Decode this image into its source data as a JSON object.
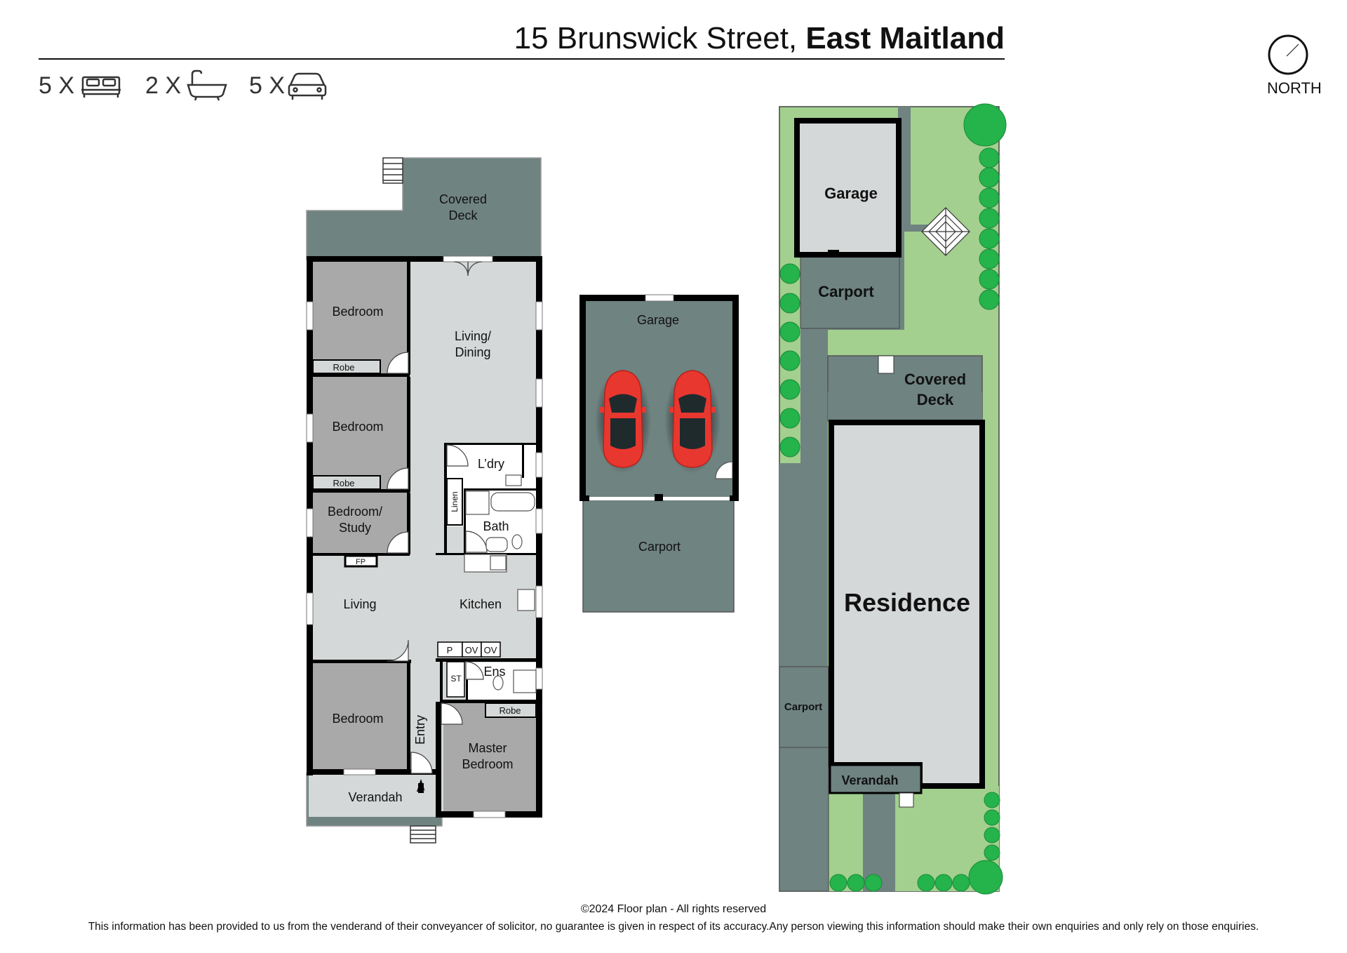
{
  "header": {
    "address_street": "15 Brunswick Street,",
    "address_suburb": "East Maitland",
    "north_label": "NORTH"
  },
  "features": [
    {
      "count": "5 X",
      "icon": "bed-icon"
    },
    {
      "count": "2 X",
      "icon": "bath-icon"
    },
    {
      "count": "5 X",
      "icon": "car-icon"
    }
  ],
  "floor_plan": {
    "covered_deck": [
      "Covered",
      "Deck"
    ],
    "bedroom_1": "Bedroom",
    "robe_1": "Robe",
    "bedroom_2": "Bedroom",
    "robe_2": "Robe",
    "bedroom_study": [
      "Bedroom/",
      "Study"
    ],
    "living_dining": [
      "Living/",
      "Dining"
    ],
    "laundry": "L’dry",
    "linen": "Linen",
    "bath": "Bath",
    "fireplace": "FP",
    "living": "Living",
    "kitchen": "Kitchen",
    "pantry": "P",
    "oven_1": "OV",
    "oven_2": "OV",
    "store": "ST",
    "ensuite": "Ens",
    "robe_3": "Robe",
    "bedroom_3": "Bedroom",
    "entry": "Entry",
    "master_bedroom": [
      "Master",
      "Bedroom"
    ],
    "verandah": "Verandah"
  },
  "garage_plan": {
    "garage": "Garage",
    "carport": "Carport"
  },
  "site_plan": {
    "garage": "Garage",
    "carport_top": "Carport",
    "covered_deck": [
      "Covered",
      "Deck"
    ],
    "residence": "Residence",
    "carport_side": "Carport",
    "verandah": "Verandah"
  },
  "footer": {
    "copyright": "©2024 Floor plan  - All rights reserved",
    "disclaimer": "This information has been provided to us from the venderand of their conveyancer of solicitor, no guarantee is given in respect of its accuracy.Any person viewing this information should make their own enquiries and only rely on those enquiries."
  },
  "colors": {
    "deck": "#6f8381",
    "bedroom": "#a9a9a9",
    "living": "#d5d8d8",
    "wall": "#000000",
    "lawn": "#a3cf8f",
    "tree": "#25b34b",
    "car": "#e8372f"
  }
}
